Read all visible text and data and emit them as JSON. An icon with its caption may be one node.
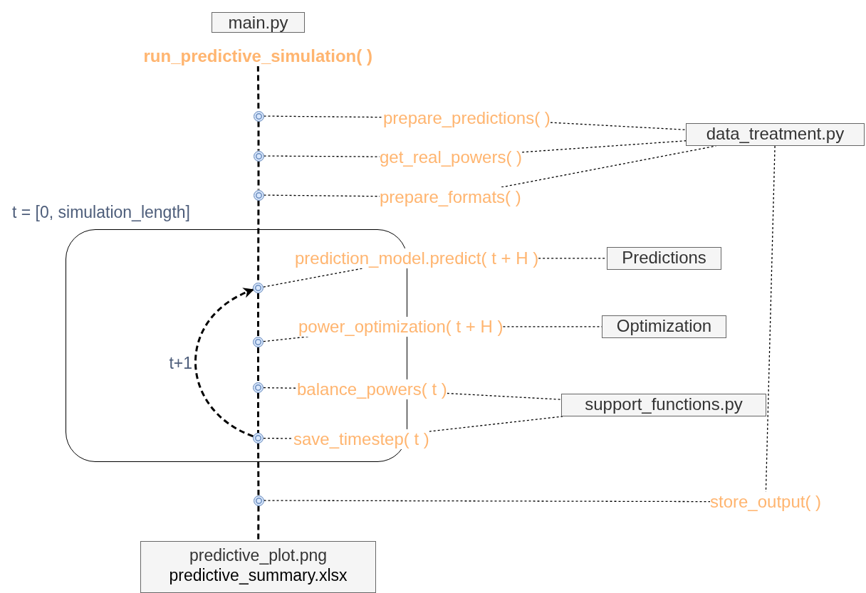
{
  "diagram": {
    "nodes": [
      {
        "text": [
          "main.py"
        ]
      },
      {
        "text": [
          "run_predictive_simulation( )"
        ]
      },
      {
        "text": [],
        "shape": "circle"
      },
      {
        "text": [
          "prepare_predictions( )"
        ]
      },
      {
        "text": [
          "data_treatment.py"
        ]
      },
      {
        "text": [],
        "shape": "circle"
      },
      {
        "text": [
          "get_real_powers( )"
        ]
      },
      {
        "text": [],
        "shape": "circle"
      },
      {
        "text": [
          "prepare_formats( )"
        ]
      },
      {
        "text": [
          "t = [0, simulation_length]"
        ]
      },
      {
        "text": [],
        "shape": "circle",
        "in": 9
      },
      {
        "text": [
          "prediction_model.predict( t + H )"
        ]
      },
      {
        "text": [
          "Predictions"
        ]
      },
      {
        "text": [],
        "shape": "circle",
        "in": 9
      },
      {
        "text": [
          "power_optimization( t + H )"
        ]
      },
      {
        "text": [
          "Optimization"
        ]
      },
      {
        "text": [],
        "shape": "circle",
        "in": 9
      },
      {
        "text": [
          "balance_powers( t )"
        ]
      },
      {
        "text": [
          "support_functions.py"
        ]
      },
      {
        "text": [],
        "shape": "circle",
        "in": 9
      },
      {
        "text": [
          "save_timestep( t )"
        ]
      },
      {
        "text": [],
        "shape": "circle"
      },
      {
        "text": [
          "store_output( )"
        ]
      },
      {
        "text": [
          "predictive_plot.png",
          "predictive_summary.xlsx"
        ]
      }
    ],
    "edges": [
      {
        "from": 1,
        "to": 2,
        "arrow": "none",
        "style": "dashed"
      },
      {
        "from": 2,
        "to": 5,
        "arrow": "none",
        "style": "dashed"
      },
      {
        "from": 5,
        "to": 7,
        "arrow": "none",
        "style": "dashed"
      },
      {
        "from": 7,
        "to": 10,
        "arrow": "none",
        "style": "dashed"
      },
      {
        "from": 10,
        "to": 13,
        "arrow": "none",
        "style": "dashed"
      },
      {
        "from": 13,
        "to": 16,
        "arrow": "none",
        "style": "dashed"
      },
      {
        "from": 16,
        "to": 19,
        "arrow": "none",
        "style": "dashed"
      },
      {
        "from": 19,
        "to": 21,
        "arrow": "none",
        "style": "dashed"
      },
      {
        "from": 21,
        "to": 23,
        "arrow": "none",
        "style": "dashed"
      },
      {
        "from": 2,
        "to": 3,
        "arrow": "none"
      },
      {
        "from": 3,
        "to": 4,
        "arrow": "none"
      },
      {
        "from": 5,
        "to": 6,
        "arrow": "none"
      },
      {
        "from": 6,
        "to": 4,
        "arrow": "none"
      },
      {
        "from": 7,
        "to": 8,
        "arrow": "none"
      },
      {
        "from": 8,
        "to": 4,
        "arrow": "none"
      },
      {
        "from": 10,
        "to": 11,
        "arrow": "none"
      },
      {
        "from": 11,
        "to": 12,
        "arrow": "none"
      },
      {
        "from": 13,
        "to": 14,
        "arrow": "none"
      },
      {
        "from": 14,
        "to": 15,
        "arrow": "none"
      },
      {
        "from": 16,
        "to": 17,
        "arrow": "none"
      },
      {
        "from": 17,
        "to": 18,
        "arrow": "none"
      },
      {
        "from": 19,
        "to": 20,
        "arrow": "none"
      },
      {
        "from": 20,
        "to": 18,
        "arrow": "none"
      },
      {
        "from": 21,
        "to": 22,
        "arrow": "none"
      },
      {
        "from": 4,
        "to": 22,
        "arrow": "none"
      },
      {
        "from": 19,
        "to": 10,
        "arrow": "to",
        "style": "dashed",
        "label": "t+1"
      }
    ]
  }
}
